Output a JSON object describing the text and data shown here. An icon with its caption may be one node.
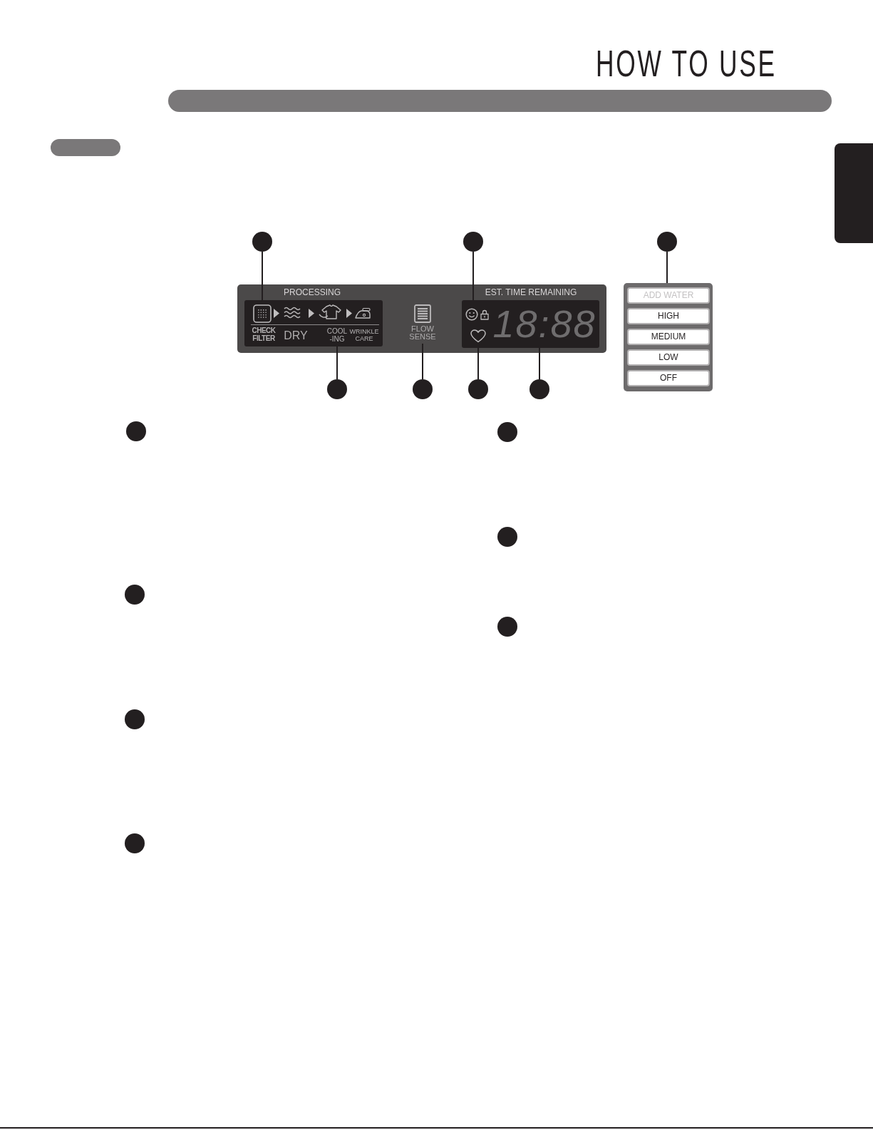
{
  "diagram": {
    "title": "HOW TO USE",
    "nodes": [
      {
        "text": [],
        "shape": "box"
      },
      {
        "text": [],
        "shape": "box"
      },
      {
        "text": [],
        "shape": "circle"
      },
      {
        "text": [],
        "shape": "circle"
      },
      {
        "text": [],
        "shape": "circle"
      },
      {
        "text": [],
        "shape": "box"
      },
      {
        "text": [
          "PROCESSING",
          "CHECK FILTER",
          "DRY",
          "WRINKLE CARE"
        ],
        "in": 5
      },
      {
        "text": [],
        "shape": "picture",
        "in": 6
      },
      {
        "text": [
          "COOL -ING"
        ],
        "in": 6
      },
      {
        "text": [
          "FLOW SENSE"
        ],
        "in": 5
      },
      {
        "text": [
          "EST. TIME REMAINING"
        ],
        "in": 5
      },
      {
        "text": [],
        "shape": "picture",
        "in": 10
      },
      {
        "text": [],
        "shape": "picture",
        "in": 10
      },
      {
        "text": [
          "18:88"
        ],
        "in": 10
      },
      {
        "text": [],
        "shape": "box"
      },
      {
        "text": [
          "ADD WATER"
        ],
        "in": 14
      },
      {
        "text": [
          "HIGH"
        ],
        "in": 14
      },
      {
        "text": [
          "MEDIUM"
        ],
        "in": 14
      },
      {
        "text": [
          "LOW"
        ],
        "in": 14
      },
      {
        "text": [
          "OFF"
        ],
        "in": 14
      },
      {
        "text": [],
        "shape": "circle"
      },
      {
        "text": [],
        "shape": "circle"
      },
      {
        "text": [],
        "shape": "circle"
      },
      {
        "text": [],
        "shape": "circle"
      },
      {
        "text": [],
        "shape": "circle"
      },
      {
        "text": [],
        "shape": "circle"
      },
      {
        "text": [],
        "shape": "circle"
      },
      {
        "text": [],
        "shape": "circle"
      },
      {
        "text": [],
        "shape": "circle"
      },
      {
        "text": [],
        "shape": "circle"
      },
      {
        "text": [],
        "shape": "circle"
      }
    ],
    "edges": [
      {
        "from": 2,
        "to": 7,
        "arrow": "none"
      },
      {
        "from": 3,
        "to": 11,
        "arrow": "none"
      },
      {
        "from": 4,
        "to": 14,
        "arrow": "none"
      },
      {
        "from": 20,
        "to": 8,
        "arrow": "none"
      },
      {
        "from": 21,
        "to": 9,
        "arrow": "none"
      },
      {
        "from": 22,
        "to": 12,
        "arrow": "none"
      },
      {
        "from": 23,
        "to": 13,
        "arrow": "none"
      }
    ]
  }
}
